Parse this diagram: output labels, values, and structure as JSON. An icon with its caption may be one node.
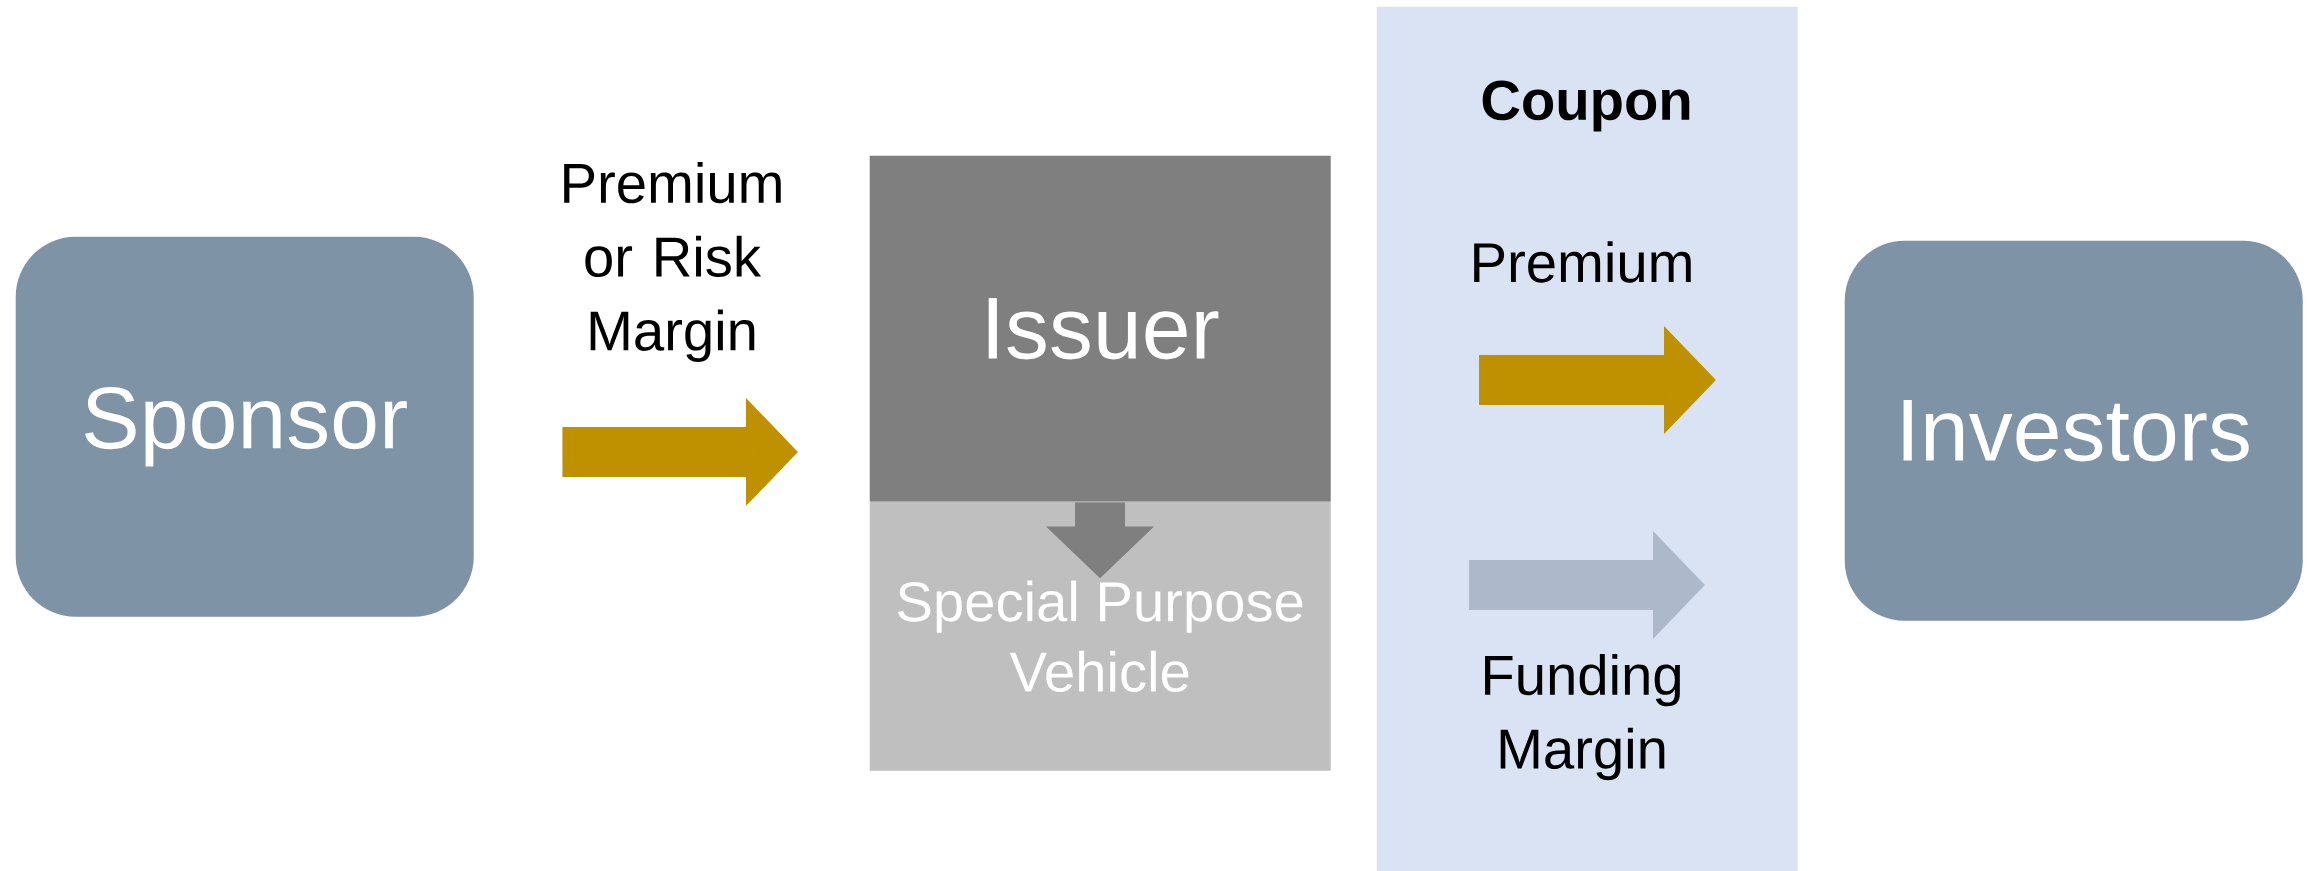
{
  "diagram": {
    "nodes": [
      {
        "text": [
          "Sponsor"
        ]
      },
      {
        "text": [
          "Issuer"
        ]
      },
      {
        "text": [
          "Special Purpose Vehicle"
        ]
      },
      {
        "text": [
          "Coupon"
        ]
      },
      {
        "text": [
          "Investors"
        ]
      }
    ],
    "edges": [
      {
        "from": 0,
        "to": 1,
        "arrow": "to",
        "label": "Premium or Risk Margin"
      },
      {
        "from": 1,
        "to": 2,
        "arrow": "to",
        "color": "#7f7f7f"
      },
      {
        "from": 3,
        "to": null,
        "arrow": "to",
        "label": "Premium"
      },
      {
        "from": 3,
        "to": null,
        "arrow": "to",
        "label": "Funding Margin",
        "color": "#adb9ca"
      }
    ]
  }
}
